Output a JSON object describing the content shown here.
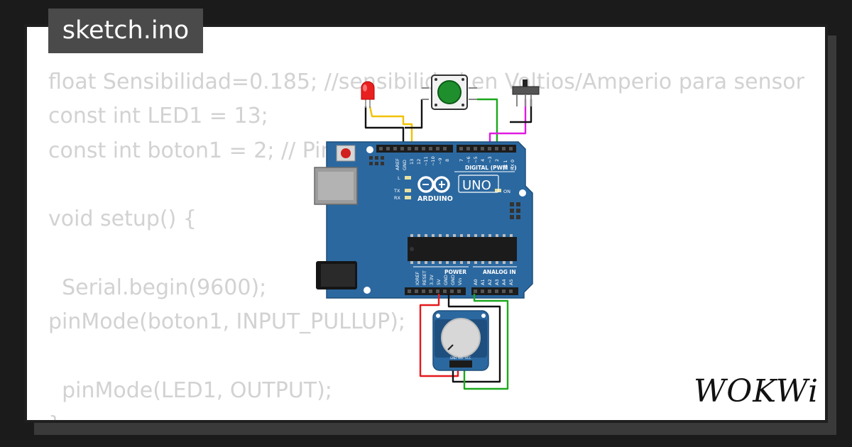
{
  "title": "sketch.ino",
  "code_lines": [
    "float Sensibilidad=0.185; //sensibilidad en Voltios/Amperio para sensor",
    "const int LED1 = 13;",
    "const int boton1 = 2; // Pin",
    "",
    "void setup() {",
    "",
    "  Serial.begin(9600);",
    "pinMode(boton1, INPUT_PULLUP);",
    "",
    "  pinMode(LED1, OUTPUT);",
    "}"
  ],
  "board": {
    "name": "UNO",
    "brand": "ARDUINO",
    "digital_label": "DIGITAL (PWM ~)",
    "power_label": "POWER",
    "analog_label": "ANALOG IN",
    "on_label": "ON",
    "l_label": "L",
    "tx_label": "TX",
    "rx_label": "RX",
    "top_pins": [
      "AREF",
      "GND",
      "13",
      "12",
      "~11",
      "~10",
      "~9",
      "8",
      "7",
      "~6",
      "~5",
      "4",
      "~3",
      "2",
      "TX 1",
      "RX 0"
    ],
    "bottom_pins": [
      "IOREF",
      "RESET",
      "3.3V",
      "5V",
      "GND",
      "GND",
      "Vin",
      "A0",
      "A1",
      "A2",
      "A3",
      "A4",
      "A5"
    ]
  },
  "pot_labels": [
    "GND",
    "SIG",
    "VCC"
  ],
  "brand_logo": "WOKWi",
  "colors": {
    "board": "#2b68a0",
    "wire_black": "#111111",
    "wire_red": "#e4191d",
    "wire_green": "#1ca81c",
    "wire_yellow": "#f2c200",
    "wire_magenta": "#e01be0",
    "button_green": "#1e8f2c"
  }
}
